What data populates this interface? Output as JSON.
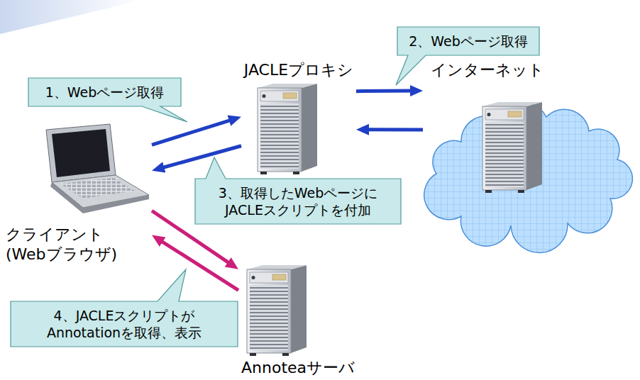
{
  "diagram": {
    "nodes": [
      {
        "text": [
          "2、Webページ取得"
        ]
      },
      {
        "text": [
          "JACLEプロキシ"
        ]
      },
      {
        "text": [
          "インターネット"
        ]
      },
      {
        "text": [
          "1、Webページ取得"
        ]
      },
      {
        "text": [
          "クライアント",
          "(Webブラウザ)"
        ]
      },
      {
        "text": [
          "3、取得したWebページに JACLEスクリプトを付加"
        ]
      },
      {
        "text": [
          "4、JACLEスクリプトが Annotationを取得、表示"
        ]
      },
      {
        "text": [
          "Annoteaサーバ"
        ]
      }
    ],
    "edges": [
      {
        "from": 4,
        "to": 1,
        "arrow": "to"
      },
      {
        "from": 1,
        "to": 4,
        "arrow": "to"
      },
      {
        "from": 1,
        "to": 2,
        "arrow": "to"
      },
      {
        "from": 2,
        "to": 1,
        "arrow": "to"
      },
      {
        "from": 4,
        "to": 7,
        "arrow": "to"
      },
      {
        "from": 7,
        "to": 4,
        "arrow": "to"
      }
    ]
  }
}
